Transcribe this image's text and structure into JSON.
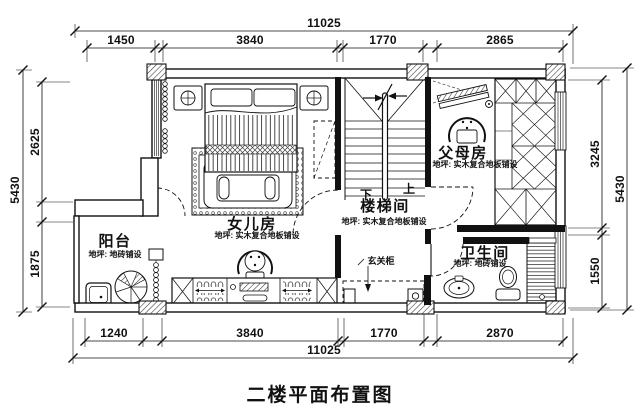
{
  "title": "二楼平面布置图",
  "dims": {
    "top_overall": "11025",
    "top_s1": "1450",
    "top_s2": "3840",
    "top_s3": "1770",
    "top_s4": "2865",
    "bottom_s1": "1240",
    "bottom_s2": "3840",
    "bottom_s3": "1770",
    "bottom_s4": "2870",
    "bottom_overall": "11025",
    "left_overall": "5430",
    "left_s1": "2625",
    "left_s2": "1875",
    "right_s1": "3245",
    "right_s2": "1550",
    "right_overall": "5430"
  },
  "rooms": {
    "daughter": {
      "name": "女儿房",
      "floor": "地坪: 实木复合地板铺设"
    },
    "parents": {
      "name": "父母房",
      "floor": "地坪: 实木复合地板铺设"
    },
    "stairwell": {
      "name": "楼梯间",
      "floor": "地坪: 实木复合地板铺设",
      "down": "下",
      "up": "上"
    },
    "bathroom": {
      "name": "卫生间",
      "floor": "地坪: 地砖铺设"
    },
    "balcony": {
      "name": "阳台",
      "floor": "地坪: 地砖铺设"
    }
  },
  "annotations": {
    "entry_cabinet": "玄关柜"
  },
  "colors": {
    "ink": "#111111",
    "background": "#ffffff"
  }
}
